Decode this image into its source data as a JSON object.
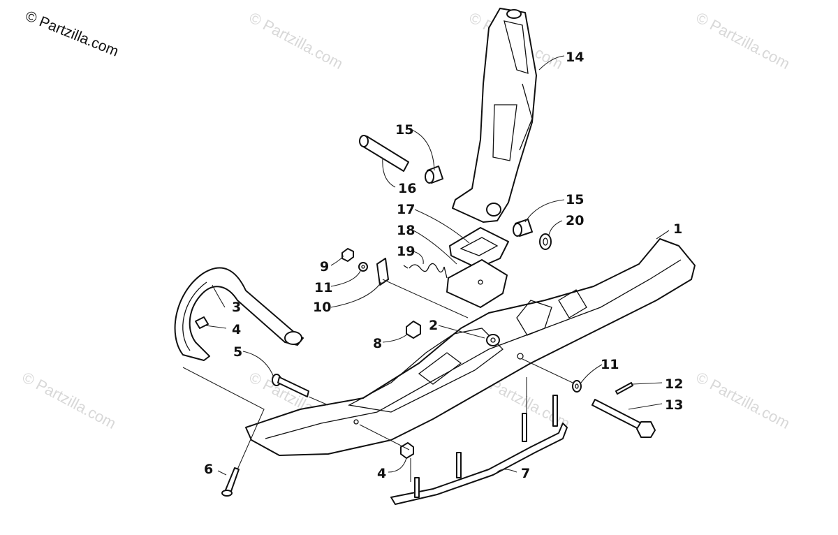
{
  "copyright": "© Partzilla.com",
  "watermark": "© Partzilla.com",
  "callouts": [
    {
      "id": "c1",
      "text": "1"
    },
    {
      "id": "c2",
      "text": "2"
    },
    {
      "id": "c3",
      "text": "3"
    },
    {
      "id": "c4a",
      "text": "4"
    },
    {
      "id": "c4b",
      "text": "4"
    },
    {
      "id": "c5",
      "text": "5"
    },
    {
      "id": "c6",
      "text": "6"
    },
    {
      "id": "c7",
      "text": "7"
    },
    {
      "id": "c8",
      "text": "8"
    },
    {
      "id": "c9",
      "text": "9"
    },
    {
      "id": "c10",
      "text": "10"
    },
    {
      "id": "c11a",
      "text": "11"
    },
    {
      "id": "c11b",
      "text": "11"
    },
    {
      "id": "c12",
      "text": "12"
    },
    {
      "id": "c13",
      "text": "13"
    },
    {
      "id": "c14",
      "text": "14"
    },
    {
      "id": "c15a",
      "text": "15"
    },
    {
      "id": "c15b",
      "text": "15"
    },
    {
      "id": "c16",
      "text": "16"
    },
    {
      "id": "c17",
      "text": "17"
    },
    {
      "id": "c18",
      "text": "18"
    },
    {
      "id": "c19",
      "text": "19"
    },
    {
      "id": "c20",
      "text": "20"
    }
  ]
}
